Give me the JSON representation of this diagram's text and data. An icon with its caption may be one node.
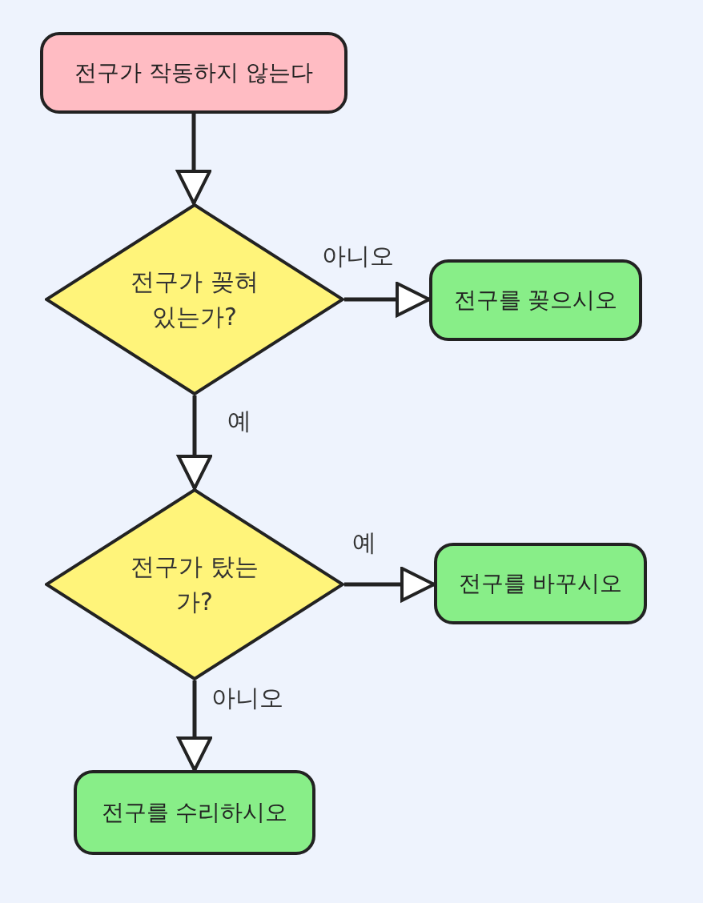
{
  "diagram": {
    "nodes": [
      {
        "text": [
          "전구가 작동하지 않는다"
        ]
      },
      {
        "text": [
          "전구가 꽂혀있는가?"
        ]
      },
      {
        "text": [
          "전구를 꽂으시오"
        ]
      },
      {
        "text": [
          "전구가 탔는가?"
        ]
      },
      {
        "text": [
          "전구를 바꾸시오"
        ]
      },
      {
        "text": [
          "전구를 수리하시오"
        ]
      }
    ],
    "edges": [
      {
        "from": 0,
        "to": 1,
        "arrow": "to"
      },
      {
        "from": 1,
        "to": 2,
        "arrow": "to",
        "label": "아니오"
      },
      {
        "from": 1,
        "to": 3,
        "arrow": "to",
        "label": "예"
      },
      {
        "from": 3,
        "to": 4,
        "arrow": "to",
        "label": "예"
      },
      {
        "from": 3,
        "to": 5,
        "arrow": "to",
        "label": "아니오"
      }
    ]
  }
}
